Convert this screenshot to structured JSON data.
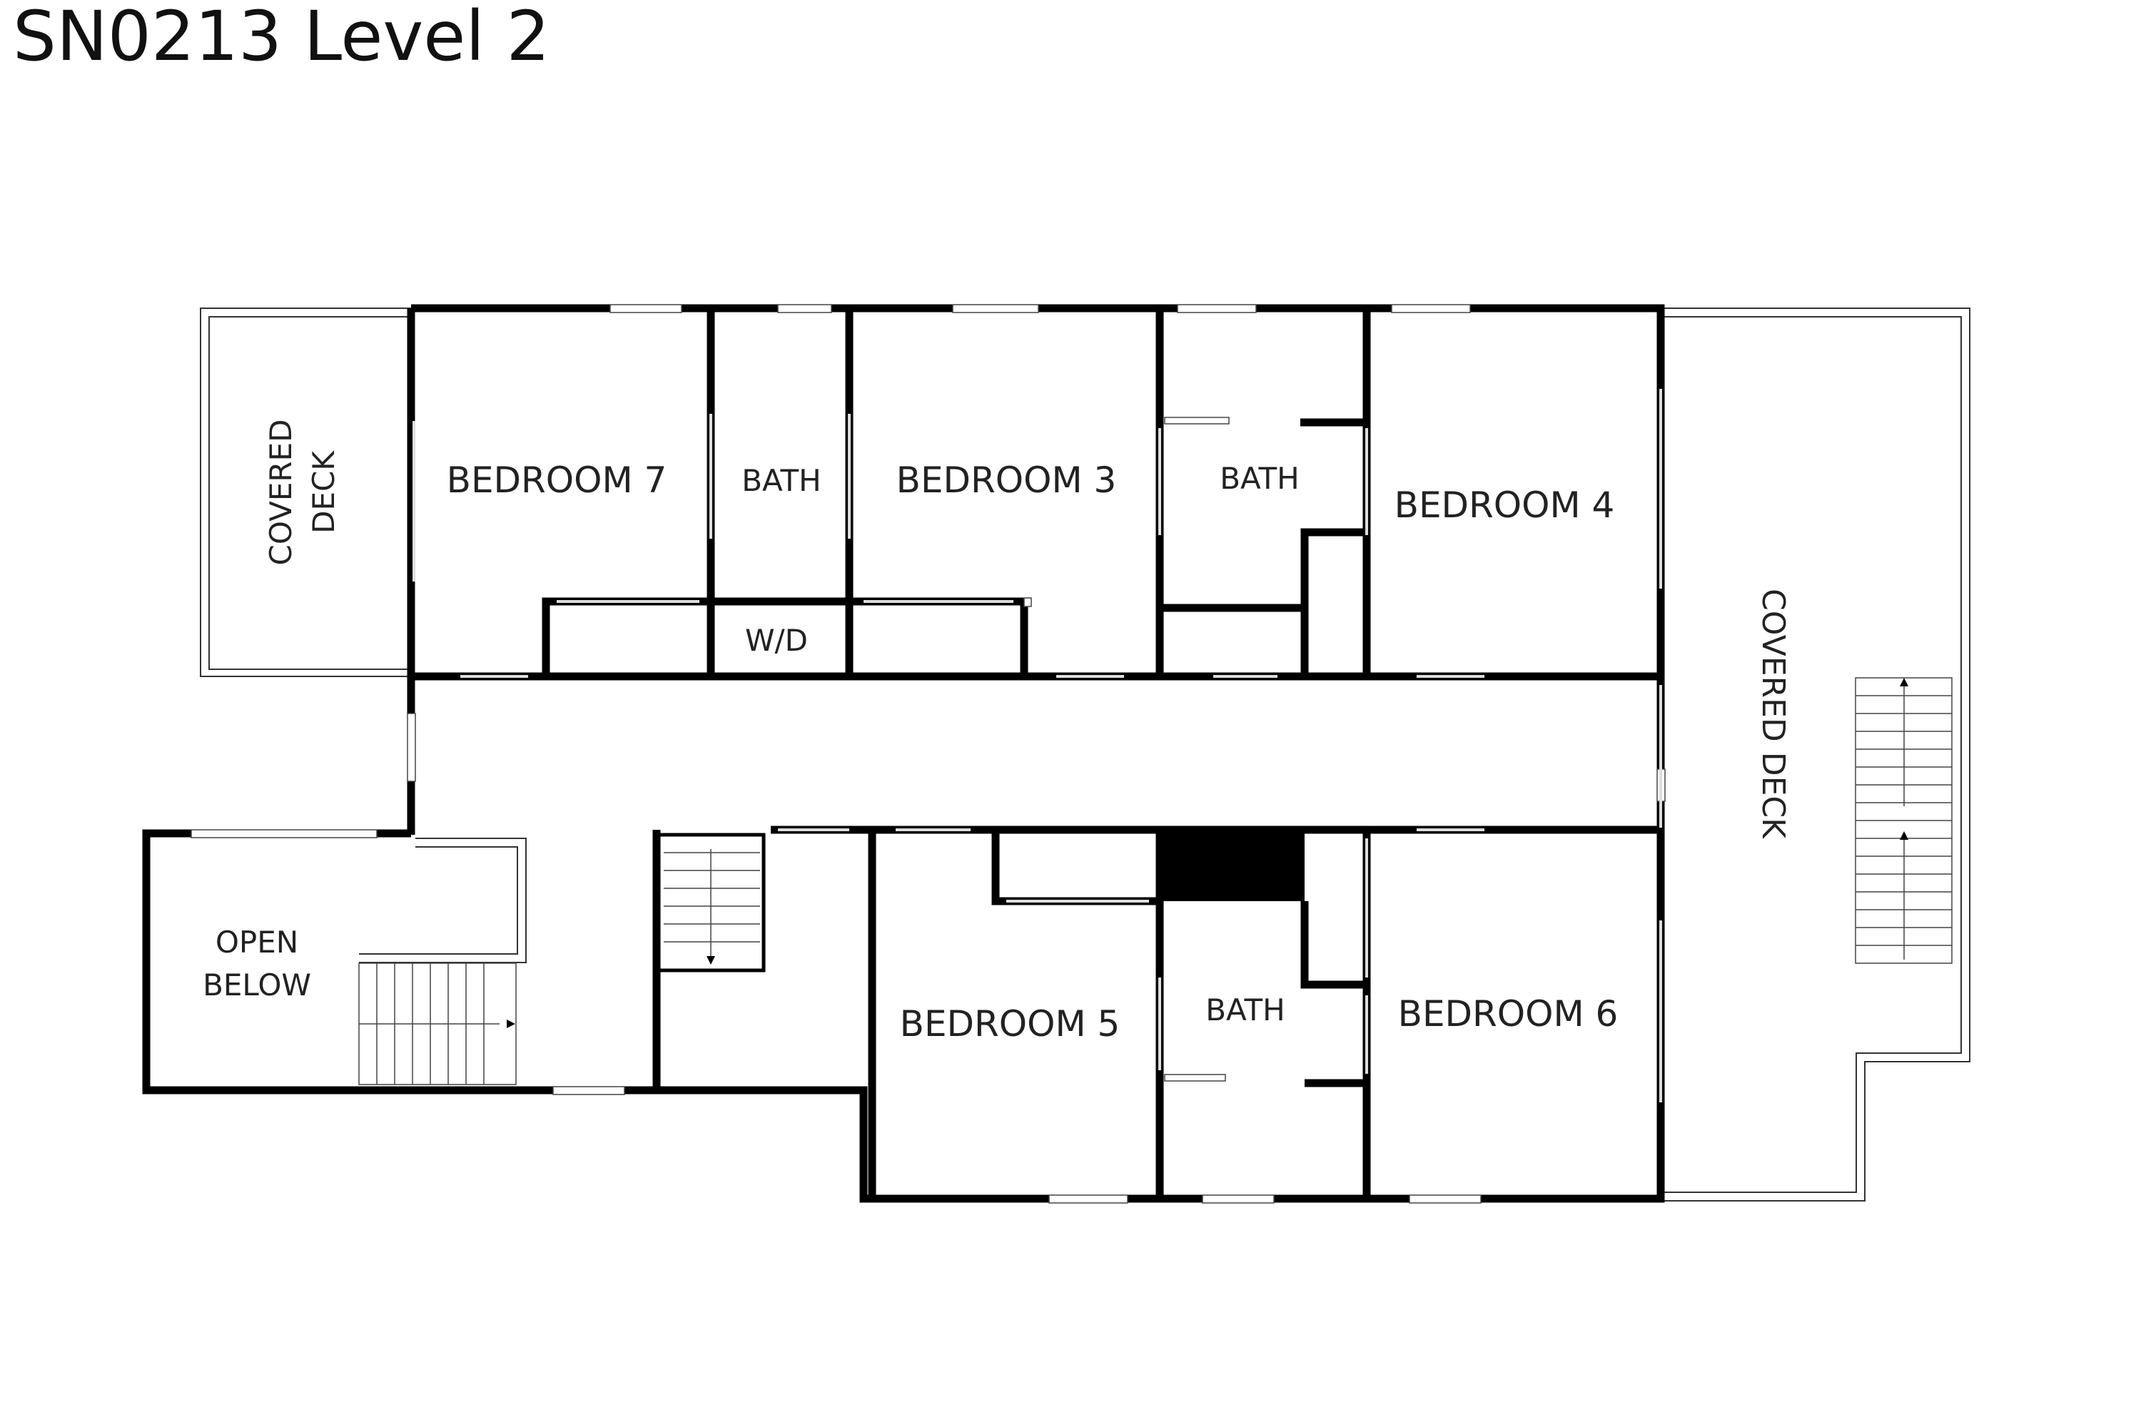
{
  "title": "SN0213 Level 2",
  "rooms": {
    "bedroom7": "BEDROOM 7",
    "bath_top_left": "BATH",
    "bedroom3": "BEDROOM 3",
    "bath_top_right": "BATH",
    "bedroom4": "BEDROOM 4",
    "wd": "W/D",
    "bedroom5": "BEDROOM 5",
    "bath_bottom": "BATH",
    "bedroom6": "BEDROOM 6",
    "covered_deck_left_line1": "COVERED",
    "covered_deck_left_line2": "DECK",
    "covered_deck_right": "COVERED DECK",
    "open_below_line1": "OPEN",
    "open_below_line2": "BELOW"
  }
}
